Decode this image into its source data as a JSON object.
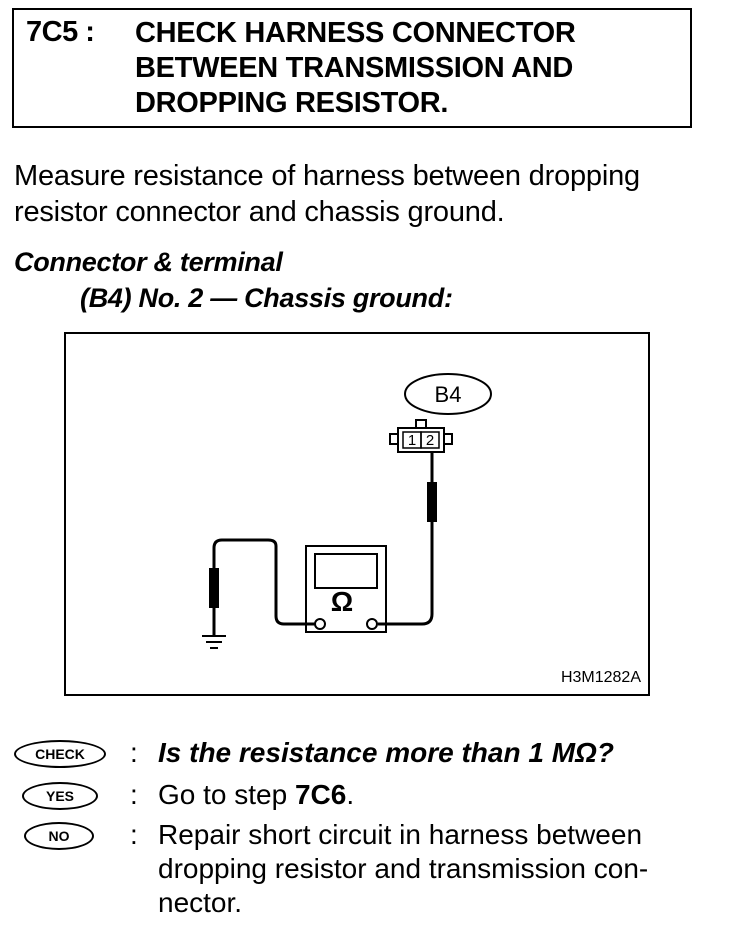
{
  "header": {
    "step_id": "7C5 :",
    "title_lines": [
      "CHECK HARNESS CONNECTOR",
      "BETWEEN TRANSMISSION AND",
      "DROPPING RESISTOR."
    ]
  },
  "instruction_lines": [
    "Measure resistance of harness between dropping",
    "resistor connector and chassis ground."
  ],
  "spec": {
    "heading": "Connector & terminal",
    "detail": "(B4) No. 2 — Chassis ground:"
  },
  "figure": {
    "connector_label": "B4",
    "pin_1": "1",
    "pin_2": "2",
    "meter_symbol": "Ω",
    "figure_code": "H3M1282A"
  },
  "check": {
    "badge": "CHECK",
    "colon": ":",
    "question": "Is the resistance more than 1 MΩ?"
  },
  "yes": {
    "badge": "YES",
    "colon": ":",
    "prefix": "Go to step ",
    "step": "7C6",
    "suffix": "."
  },
  "no": {
    "badge": "NO",
    "colon": ":",
    "lines": [
      "Repair short circuit in harness between",
      "dropping resistor and transmission con-",
      "nector."
    ]
  }
}
